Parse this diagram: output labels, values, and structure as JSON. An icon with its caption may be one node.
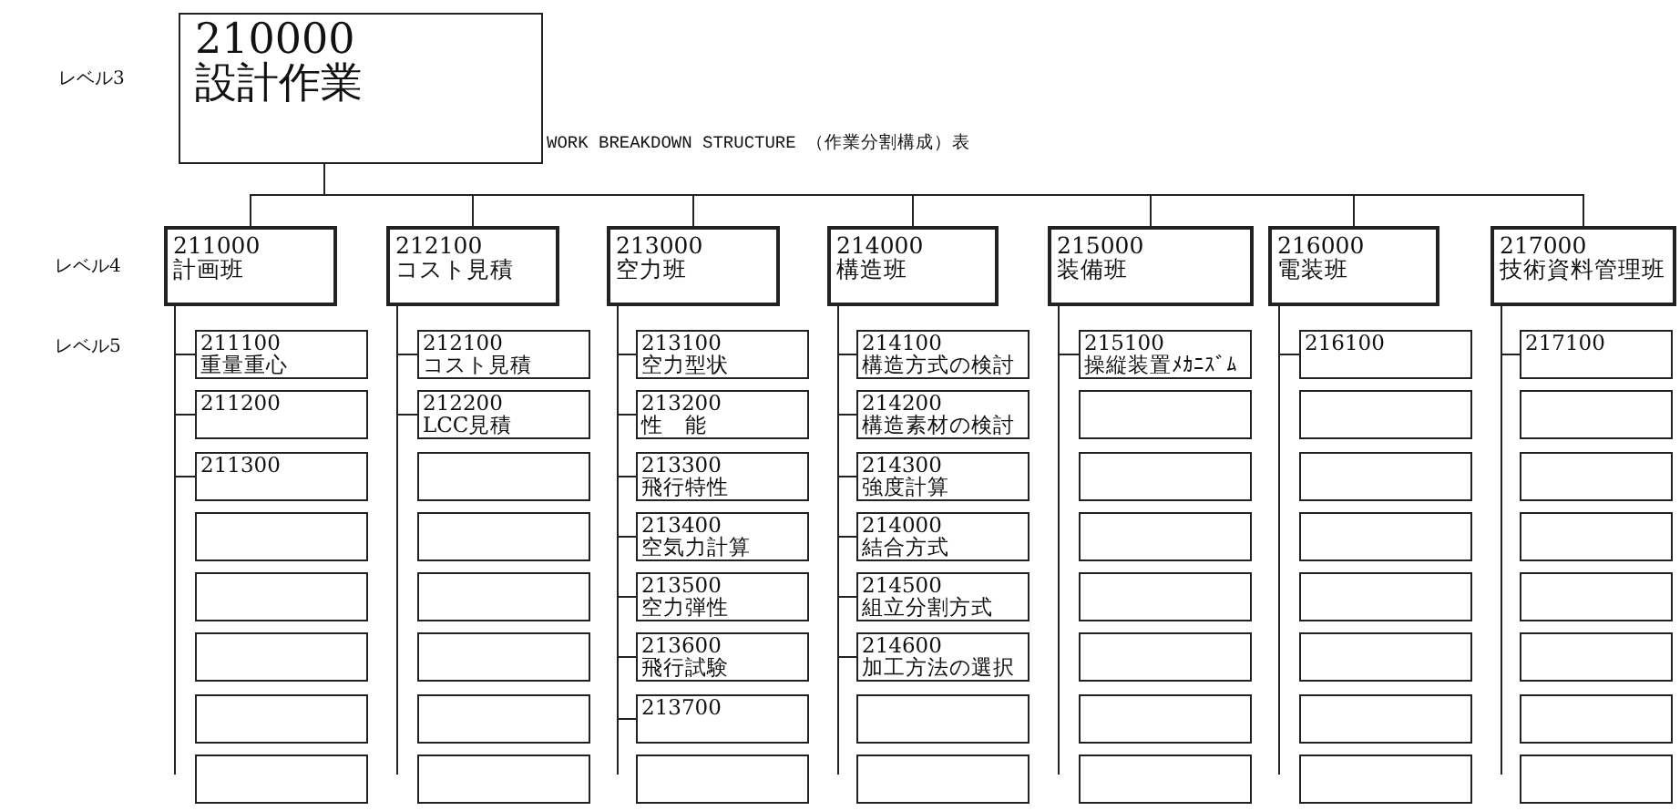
{
  "diagram": {
    "title": "WORK BREAKDOWN STRUCTURE （作業分割構成）表",
    "nodes": [
      {
        "text": [
          "210000",
          "設計作業"
        ]
      },
      {
        "text": [
          "211000",
          "計画班"
        ]
      },
      {
        "text": [
          "212100",
          "コスト見積"
        ]
      },
      {
        "text": [
          "213000",
          "空力班"
        ]
      },
      {
        "text": [
          "214000",
          "構造班"
        ]
      },
      {
        "text": [
          "215000",
          "装備班"
        ]
      },
      {
        "text": [
          "216000",
          "電装班"
        ]
      },
      {
        "text": [
          "217000",
          "技術資料管理班"
        ]
      },
      {
        "text": [
          "211100",
          "重量重心"
        ]
      },
      {
        "text": [
          "211200"
        ]
      },
      {
        "text": [
          "211300"
        ]
      },
      {
        "text": [],
        "shape": "box"
      },
      {
        "text": [],
        "shape": "box"
      },
      {
        "text": [],
        "shape": "box"
      },
      {
        "text": [],
        "shape": "box"
      },
      {
        "text": [],
        "shape": "box"
      },
      {
        "text": [
          "212100",
          "コスト見積"
        ]
      },
      {
        "text": [
          "212200",
          "LCC見積"
        ]
      },
      {
        "text": [],
        "shape": "box"
      },
      {
        "text": [],
        "shape": "box"
      },
      {
        "text": [],
        "shape": "box"
      },
      {
        "text": [],
        "shape": "box"
      },
      {
        "text": [],
        "shape": "box"
      },
      {
        "text": [],
        "shape": "box"
      },
      {
        "text": [
          "213100",
          "空力型状"
        ]
      },
      {
        "text": [
          "213200",
          "性　能"
        ]
      },
      {
        "text": [
          "213300",
          "飛行特性"
        ]
      },
      {
        "text": [
          "213400",
          "空気力計算"
        ]
      },
      {
        "text": [
          "213500",
          "空力弾性"
        ]
      },
      {
        "text": [
          "213600",
          "飛行試験"
        ]
      },
      {
        "text": [
          "213700"
        ]
      },
      {
        "text": [],
        "shape": "box"
      },
      {
        "text": [
          "214100",
          "構造方式の検討"
        ]
      },
      {
        "text": [
          "214200",
          "構造素材の検討"
        ]
      },
      {
        "text": [
          "214300",
          "強度計算"
        ]
      },
      {
        "text": [
          "214000",
          "結合方式"
        ]
      },
      {
        "text": [
          "214500",
          "組立分割方式"
        ]
      },
      {
        "text": [
          "214600",
          "加工方法の選択"
        ]
      },
      {
        "text": [],
        "shape": "box"
      },
      {
        "text": [],
        "shape": "box"
      },
      {
        "text": [
          "215100",
          "操縦装置ﾒｶﾆｽﾞﾑ"
        ]
      },
      {
        "text": [],
        "shape": "box"
      },
      {
        "text": [],
        "shape": "box"
      },
      {
        "text": [],
        "shape": "box"
      },
      {
        "text": [],
        "shape": "box"
      },
      {
        "text": [],
        "shape": "box"
      },
      {
        "text": [],
        "shape": "box"
      },
      {
        "text": [],
        "shape": "box"
      },
      {
        "text": [
          "216100"
        ]
      },
      {
        "text": [],
        "shape": "box"
      },
      {
        "text": [],
        "shape": "box"
      },
      {
        "text": [],
        "shape": "box"
      },
      {
        "text": [],
        "shape": "box"
      },
      {
        "text": [],
        "shape": "box"
      },
      {
        "text": [],
        "shape": "box"
      },
      {
        "text": [],
        "shape": "box"
      },
      {
        "text": [
          "217100"
        ]
      },
      {
        "text": [],
        "shape": "box"
      },
      {
        "text": [],
        "shape": "box"
      },
      {
        "text": [],
        "shape": "box"
      },
      {
        "text": [],
        "shape": "box"
      },
      {
        "text": [],
        "shape": "box"
      },
      {
        "text": [],
        "shape": "box"
      },
      {
        "text": [],
        "shape": "box"
      }
    ],
    "edges": [
      {
        "from": 0,
        "to": 1,
        "arrow": "none"
      },
      {
        "from": 0,
        "to": 2,
        "arrow": "none"
      },
      {
        "from": 0,
        "to": 3,
        "arrow": "none"
      },
      {
        "from": 0,
        "to": 4,
        "arrow": "none"
      },
      {
        "from": 0,
        "to": 5,
        "arrow": "none"
      },
      {
        "from": 0,
        "to": 6,
        "arrow": "none"
      },
      {
        "from": 0,
        "to": 7,
        "arrow": "none"
      },
      {
        "from": 1,
        "to": 8,
        "arrow": "none"
      },
      {
        "from": 1,
        "to": 9,
        "arrow": "none"
      },
      {
        "from": 1,
        "to": 10,
        "arrow": "none"
      },
      {
        "from": 2,
        "to": 16,
        "arrow": "none"
      },
      {
        "from": 2,
        "to": 17,
        "arrow": "none"
      },
      {
        "from": 3,
        "to": 24,
        "arrow": "none"
      },
      {
        "from": 3,
        "to": 25,
        "arrow": "none"
      },
      {
        "from": 3,
        "to": 26,
        "arrow": "none"
      },
      {
        "from": 3,
        "to": 27,
        "arrow": "none"
      },
      {
        "from": 3,
        "to": 28,
        "arrow": "none"
      },
      {
        "from": 3,
        "to": 29,
        "arrow": "none"
      },
      {
        "from": 3,
        "to": 30,
        "arrow": "none"
      },
      {
        "from": 4,
        "to": 32,
        "arrow": "none"
      },
      {
        "from": 4,
        "to": 33,
        "arrow": "none"
      },
      {
        "from": 4,
        "to": 34,
        "arrow": "none"
      },
      {
        "from": 4,
        "to": 35,
        "arrow": "none"
      },
      {
        "from": 4,
        "to": 36,
        "arrow": "none"
      },
      {
        "from": 4,
        "to": 37,
        "arrow": "none"
      },
      {
        "from": 5,
        "to": 40,
        "arrow": "none"
      },
      {
        "from": 6,
        "to": 48,
        "arrow": "none"
      },
      {
        "from": 7,
        "to": 56,
        "arrow": "none"
      }
    ],
    "labels": [
      "レベル3",
      "レベル4",
      "レベル5"
    ]
  }
}
